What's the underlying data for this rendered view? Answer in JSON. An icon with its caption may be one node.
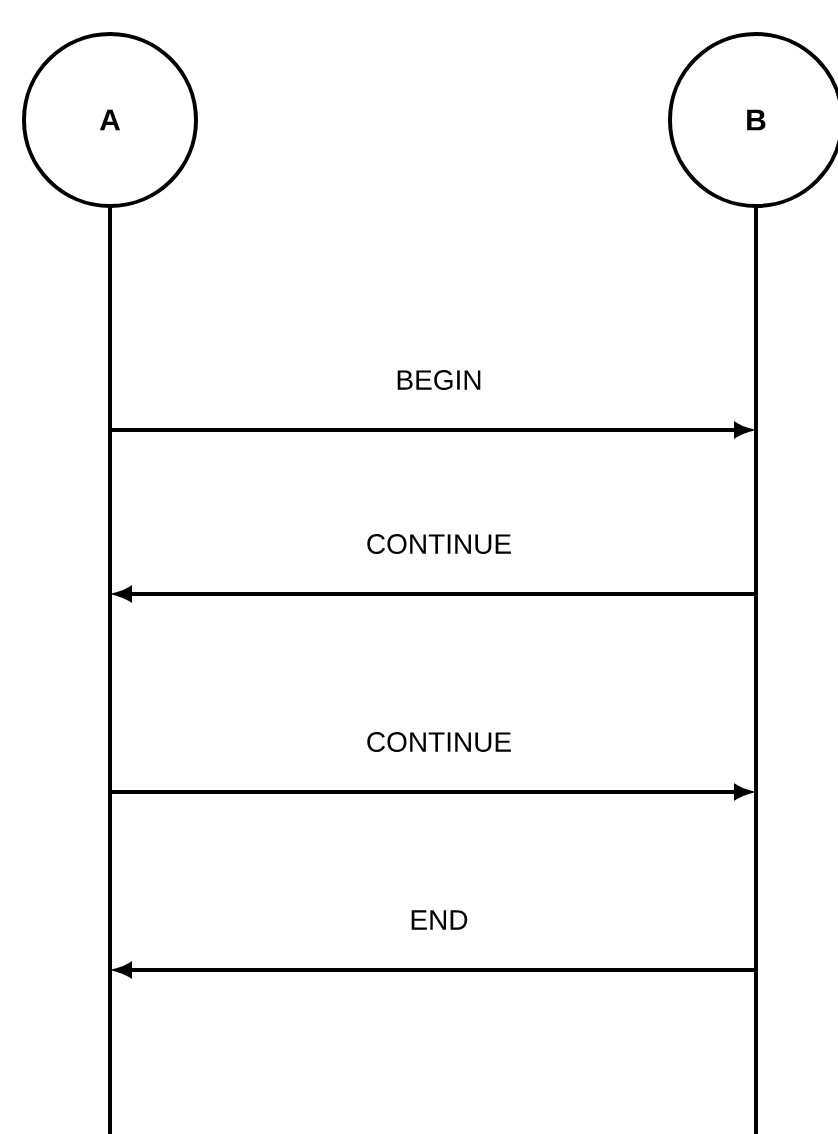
{
  "diagram": {
    "nodes": [
      {
        "text": [
          "A"
        ]
      },
      {
        "text": [
          "B"
        ]
      },
      {
        "text": [],
        "shape": "line"
      },
      {
        "text": [],
        "shape": "line"
      }
    ],
    "edges": [
      {
        "from": 2,
        "to": 3,
        "arrow": "to",
        "label": "BEGIN"
      },
      {
        "from": 3,
        "to": 2,
        "arrow": "to",
        "label": "CONTINUE"
      },
      {
        "from": 2,
        "to": 3,
        "arrow": "to",
        "label": "CONTINUE"
      },
      {
        "from": 3,
        "to": 2,
        "arrow": "to",
        "label": "END"
      }
    ]
  }
}
